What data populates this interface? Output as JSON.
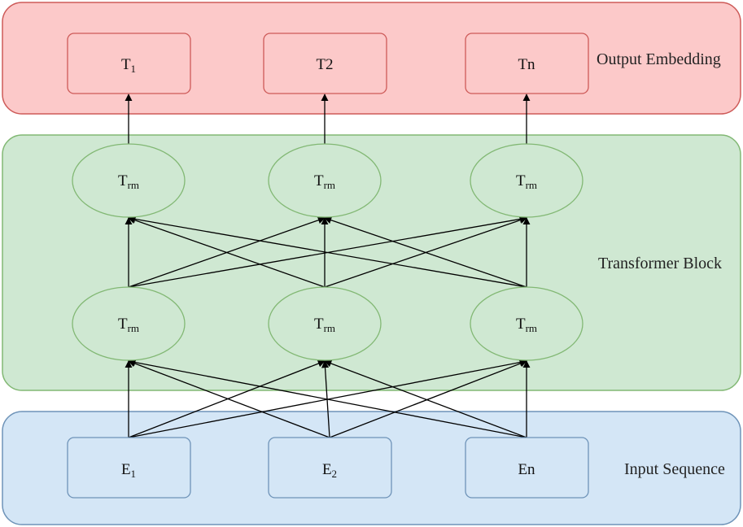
{
  "colors": {
    "output_fill": "#fcc9c9",
    "output_stroke": "#cd5a58",
    "transformer_fill": "#cfe8d2",
    "transformer_stroke": "#82b874",
    "input_fill": "#d4e6f6",
    "input_stroke": "#6e93b8",
    "arrow": "#000000"
  },
  "panels": {
    "output": {
      "label": "Output Embedding"
    },
    "transformer": {
      "label": "Transformer Block"
    },
    "input": {
      "label": "Input Sequence"
    }
  },
  "output_nodes": [
    {
      "main": "T",
      "sub": "1"
    },
    {
      "main": "T2",
      "sub": ""
    },
    {
      "main": "Tn",
      "sub": ""
    }
  ],
  "top_trm_nodes": [
    {
      "main": "T",
      "sub": "rm"
    },
    {
      "main": "T",
      "sub": "rm"
    },
    {
      "main": "T",
      "sub": "rm"
    }
  ],
  "bottom_trm_nodes": [
    {
      "main": "T",
      "sub": "rm"
    },
    {
      "main": "T",
      "sub": "rm"
    },
    {
      "main": "T",
      "sub": "rm"
    }
  ],
  "input_nodes": [
    {
      "main": "E",
      "sub": "1"
    },
    {
      "main": "E",
      "sub": "2"
    },
    {
      "main": "En",
      "sub": ""
    }
  ]
}
